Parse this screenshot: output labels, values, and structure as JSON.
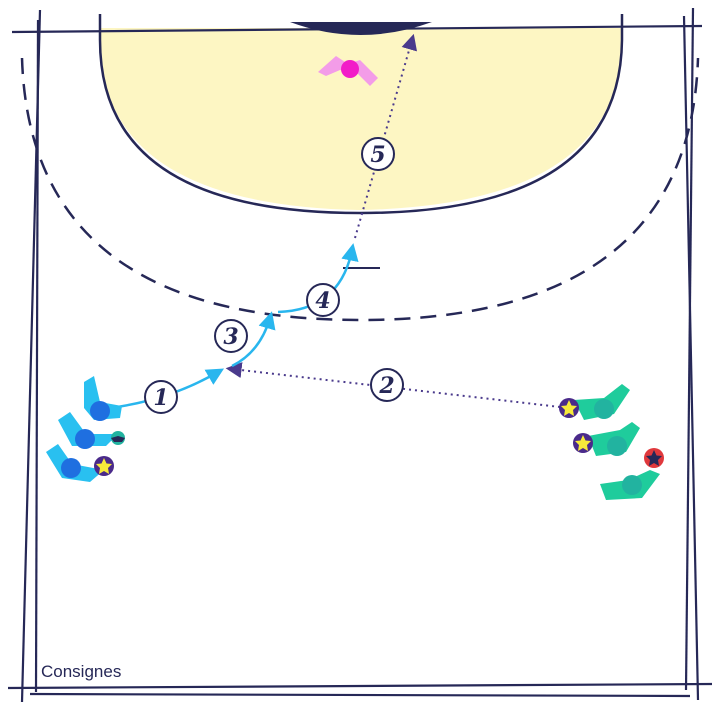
{
  "caption": "Consignes",
  "colors": {
    "court_line": "#262857",
    "goal_area": "#fdf6c3",
    "free_throw_line": "#262857",
    "run_path": "#29b6ee",
    "pass_path": "#4a3a8c",
    "team_blue_body": "#29c0f0",
    "team_blue_head": "#1f6fe0",
    "team_green_body": "#1fcc9c",
    "team_green_head": "#22b3a0",
    "goalkeeper_body": "#f39ce8",
    "goalkeeper_head": "#f21cc8",
    "ball_yellow": "#f7ea3a",
    "ball_red": "#e0383c",
    "ball_ring": "#4a2a8a"
  },
  "steps": [
    {
      "number": "1",
      "kind": "run"
    },
    {
      "number": "2",
      "kind": "pass"
    },
    {
      "number": "3",
      "kind": "run"
    },
    {
      "number": "4",
      "kind": "run"
    },
    {
      "number": "5",
      "kind": "pass"
    }
  ],
  "players": {
    "team_blue": [
      "player",
      "player",
      "player"
    ],
    "team_green": [
      "player",
      "player",
      "player"
    ],
    "goalkeeper": "goalkeeper"
  },
  "icons": [
    "ball-icon",
    "star-icon",
    "arrowhead-icon"
  ]
}
